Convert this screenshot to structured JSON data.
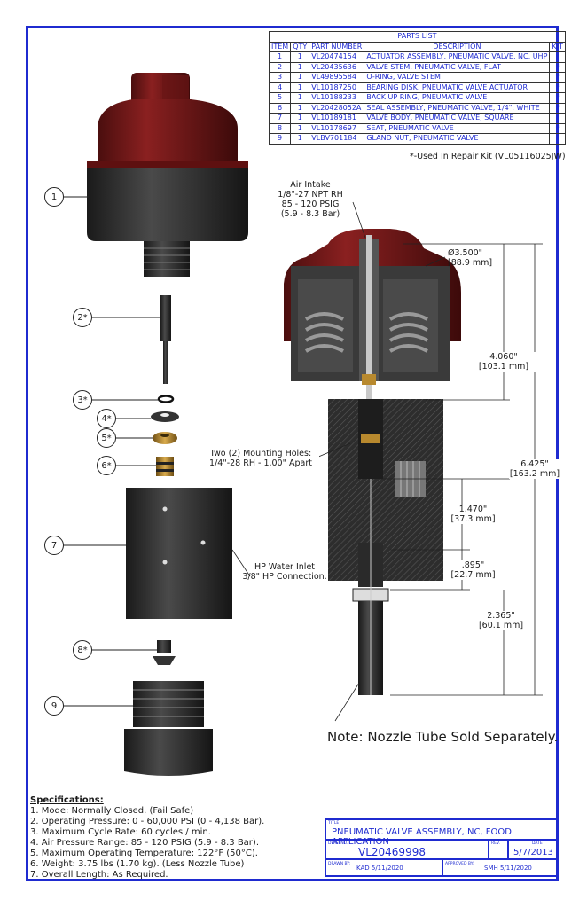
{
  "parts_list": {
    "title": "PARTS LIST",
    "headers": [
      "ITEM",
      "QTY",
      "PART NUMBER",
      "DESCRIPTION",
      "KIT"
    ],
    "rows": [
      [
        "1",
        "1",
        "VL20474154",
        "ACTUATOR ASSEMBLY, PNEUMATIC VALVE, NC, UHP",
        ""
      ],
      [
        "2",
        "1",
        "VL20435636",
        "VALVE STEM, PNEUMATIC VALVE, FLAT",
        "*"
      ],
      [
        "3",
        "1",
        "VL49895584",
        "O-RING, VALVE STEM",
        "*"
      ],
      [
        "4",
        "1",
        "VL10187250",
        "BEARING DISK, PNEUMATIC VALVE ACTUATOR",
        "*"
      ],
      [
        "5",
        "1",
        "VL10188233",
        "BACK UP RING, PNEUMATIC VALVE",
        "*"
      ],
      [
        "6",
        "1",
        "VL20428052A",
        "SEAL ASSEMBLY, PNEUMATIC VALVE, 1/4\", WHITE",
        "*"
      ],
      [
        "7",
        "1",
        "VL10189181",
        "VALVE BODY, PNEUMATIC VALVE, SQUARE",
        ""
      ],
      [
        "8",
        "1",
        "VL10178697",
        "SEAT, PNEUMATIC VALVE",
        "*"
      ],
      [
        "9",
        "1",
        "VLBV701184",
        "GLAND NUT, PNEUMATIC VALVE",
        ""
      ]
    ],
    "kit_note": "*-Used In Repair Kit (VL05116025JW)"
  },
  "callouts": {
    "air_intake": [
      "Air Intake",
      "1/8\"-27 NPT RH",
      "85 - 120 PSIG",
      "(5.9 - 8.3 Bar)"
    ],
    "diameter": [
      "Ø3.500\"",
      "[88.9 mm]"
    ],
    "mounting_holes": [
      "Two (2) Mounting Holes:",
      "1/4\"-28 RH - 1.00\" Apart"
    ],
    "hp_inlet": [
      "HP Water Inlet",
      "3/8\" HP Connection."
    ],
    "dim_4060": [
      "4.060\"",
      "[103.1 mm]"
    ],
    "dim_6425": [
      "6.425\"",
      "[163.2 mm]"
    ],
    "dim_1470": [
      "1.470\"",
      "[37.3 mm]"
    ],
    "dim_895": [
      ".895\"",
      "[22.7 mm]"
    ],
    "dim_2365": [
      "2.365\"",
      "[60.1 mm]"
    ],
    "nozzle_note": "Note: Nozzle Tube Sold Separately."
  },
  "bubbles": [
    "1",
    "2*",
    "3*",
    "4*",
    "5*",
    "6*",
    "7",
    "8*",
    "9"
  ],
  "specifications": {
    "title": "Specifications:",
    "items": [
      "1. Mode: Normally Closed. (Fail Safe)",
      "2. Operating Pressure: 0 - 60,000 PSI (0 - 4,138 Bar).",
      "3. Maximum Cycle Rate: 60 cycles / min.",
      "4. Air Pressure Range: 85 - 120 PSIG (5.9 - 8.3 Bar).",
      "5. Maximum Operating Temperature: 122°F (50°C).",
      "6. Weight: 3.75 lbs (1.70 kg). (Less Nozzle Tube)",
      "7. Overall Length: As Required."
    ]
  },
  "title_block": {
    "title_label": "TITLE",
    "title": "PNEUMATIC VALVE ASSEMBLY, NC, FOOD APPLICATION",
    "dwg_label": "DWG. NO.",
    "dwg_no": "VL20469998",
    "rev_label": "REV.",
    "date_label": "DATE",
    "date": "5/7/2013",
    "drawn_label": "DRAWN BY:",
    "drawn": "KAD  5/11/2020",
    "approved_label": "APPROVED BY:",
    "approved": "SMH  5/11/2020"
  },
  "colors": {
    "border": "#1f2bd0",
    "cap": "#7a1a1a",
    "body": "#2b2b2b",
    "brass": "#b8892e"
  }
}
